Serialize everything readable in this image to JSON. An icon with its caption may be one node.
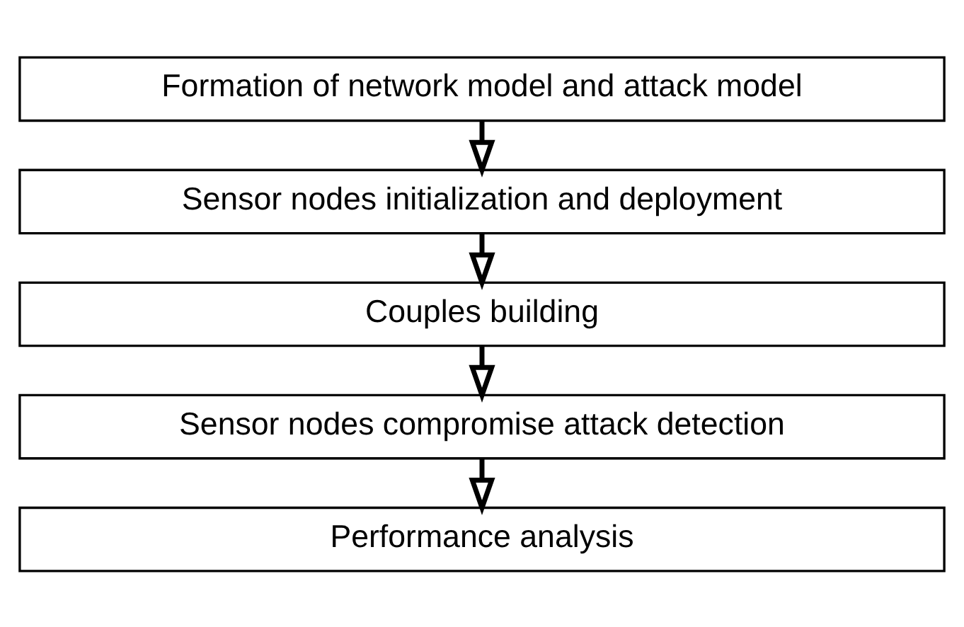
{
  "diagram": {
    "nodes": [
      {
        "text": [
          "Formation of network model and attack model"
        ]
      },
      {
        "text": [
          "Sensor nodes initialization and deployment"
        ]
      },
      {
        "text": [
          "Couples building"
        ]
      },
      {
        "text": [
          "Sensor nodes compromise attack detection"
        ]
      },
      {
        "text": [
          "Performance analysis"
        ]
      }
    ],
    "edges": [
      {
        "from": 0,
        "to": 1,
        "arrow": "to"
      },
      {
        "from": 1,
        "to": 2,
        "arrow": "to"
      },
      {
        "from": 2,
        "to": 3,
        "arrow": "to"
      },
      {
        "from": 3,
        "to": 4,
        "arrow": "to"
      }
    ]
  }
}
